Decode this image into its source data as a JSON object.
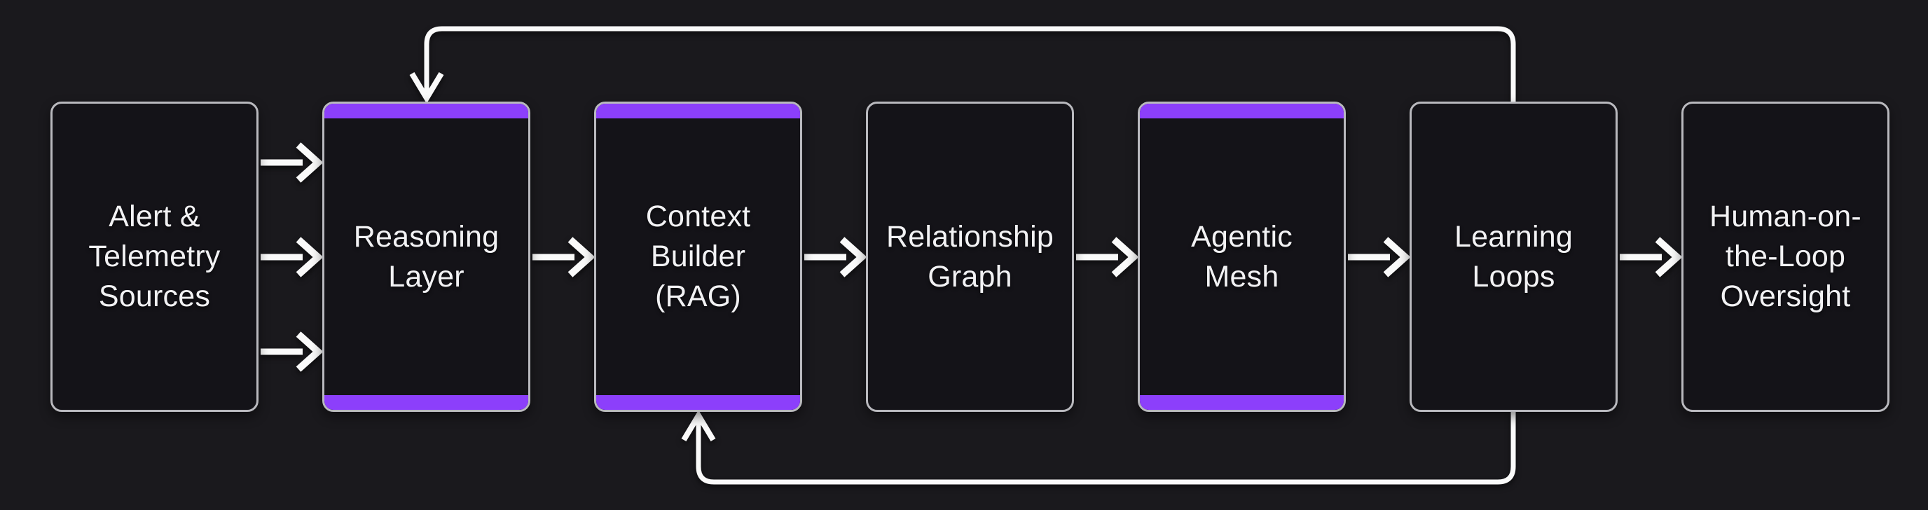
{
  "diagram": {
    "type": "flowchart",
    "direction": "left-to-right",
    "nodes": [
      {
        "id": "alert-telemetry-sources",
        "label": "Alert &\nTelemetry\nSources",
        "accent_bars": false
      },
      {
        "id": "reasoning-layer",
        "label": "Reasoning\nLayer",
        "accent_bars": true
      },
      {
        "id": "context-builder-rag",
        "label": "Context\nBuilder\n(RAG)",
        "accent_bars": true
      },
      {
        "id": "relationship-graph",
        "label": "Relationship\nGraph",
        "accent_bars": false
      },
      {
        "id": "agentic-mesh",
        "label": "Agentic\nMesh",
        "accent_bars": true
      },
      {
        "id": "learning-loops",
        "label": "Learning\nLoops",
        "accent_bars": false
      },
      {
        "id": "human-on-the-loop-oversight",
        "label": "Human-on-\nthe-Loop\nOversight",
        "accent_bars": false
      }
    ],
    "edges": [
      {
        "from": "alert-telemetry-sources",
        "to": "reasoning-layer",
        "style": "triple-horizontal-arrow"
      },
      {
        "from": "reasoning-layer",
        "to": "context-builder-rag",
        "style": "horizontal-arrow"
      },
      {
        "from": "context-builder-rag",
        "to": "relationship-graph",
        "style": "horizontal-arrow"
      },
      {
        "from": "relationship-graph",
        "to": "agentic-mesh",
        "style": "horizontal-arrow"
      },
      {
        "from": "agentic-mesh",
        "to": "learning-loops",
        "style": "horizontal-arrow"
      },
      {
        "from": "learning-loops",
        "to": "human-on-the-loop-oversight",
        "style": "horizontal-arrow"
      },
      {
        "from": "learning-loops",
        "to": "reasoning-layer",
        "style": "feedback-loop-over-top"
      },
      {
        "from": "learning-loops",
        "to": "context-builder-rag",
        "style": "feedback-loop-under-bottom"
      }
    ],
    "colors": {
      "background": "#1a191d",
      "node_fill": "#141318",
      "node_border": "#b9b9be",
      "accent_purple": "#8c3ffb",
      "arrow_white": "#fafafa",
      "text": "#f2f2f4"
    }
  }
}
